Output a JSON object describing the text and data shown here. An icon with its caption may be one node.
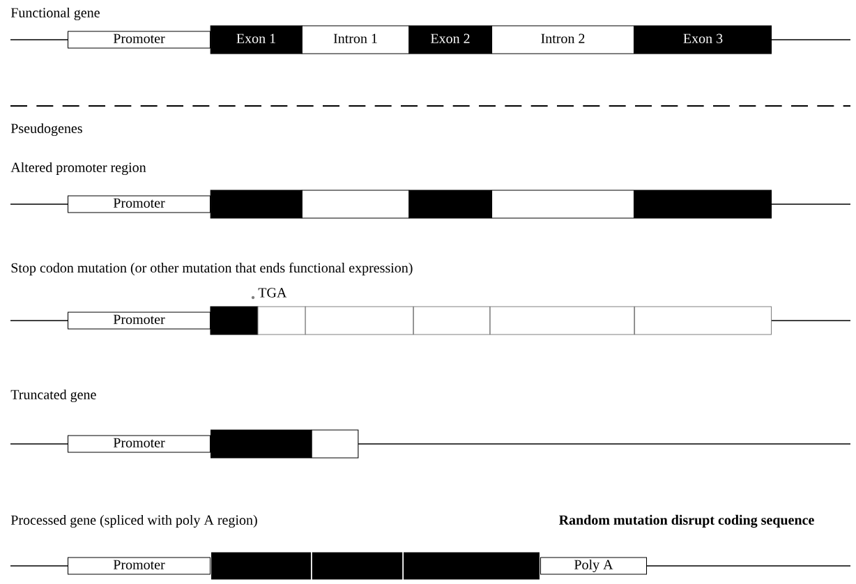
{
  "diagram": {
    "nodes": [
      {
        "text": [
          "Promoter"
        ]
      },
      {
        "text": [
          "Exon 1"
        ]
      },
      {
        "text": [
          "Intron 1"
        ]
      },
      {
        "text": [
          "Exon 2"
        ]
      },
      {
        "text": [
          "Intron 2"
        ]
      },
      {
        "text": [
          "Exon 3"
        ]
      },
      {
        "text": [
          "Promoter"
        ]
      },
      {
        "text": [],
        "shape": "box"
      },
      {
        "text": [],
        "shape": "box"
      },
      {
        "text": [],
        "shape": "box"
      },
      {
        "text": [],
        "shape": "box"
      },
      {
        "text": [],
        "shape": "box"
      },
      {
        "text": [
          "Promoter"
        ]
      },
      {
        "text": [],
        "shape": "box"
      },
      {
        "text": [],
        "shape": "box"
      },
      {
        "text": [],
        "shape": "box"
      },
      {
        "text": [],
        "shape": "box"
      },
      {
        "text": [],
        "shape": "box"
      },
      {
        "text": [],
        "shape": "box"
      },
      {
        "text": [
          "Promoter"
        ]
      },
      {
        "text": [],
        "shape": "box"
      },
      {
        "text": [],
        "shape": "box"
      },
      {
        "text": [
          "Promoter"
        ]
      },
      {
        "text": [],
        "shape": "box"
      },
      {
        "text": [],
        "shape": "box"
      },
      {
        "text": [],
        "shape": "box"
      },
      {
        "text": [
          "Poly A"
        ]
      }
    ],
    "labels": [
      "Functional gene",
      "Pseudogenes",
      "Altered promoter region",
      "Stop codon  mutation (or other mutation that ends functional expression)",
      "TGA",
      "Truncated gene",
      "Processed gene (spliced with poly A region)",
      "Random mutation disrupt coding sequence"
    ]
  }
}
